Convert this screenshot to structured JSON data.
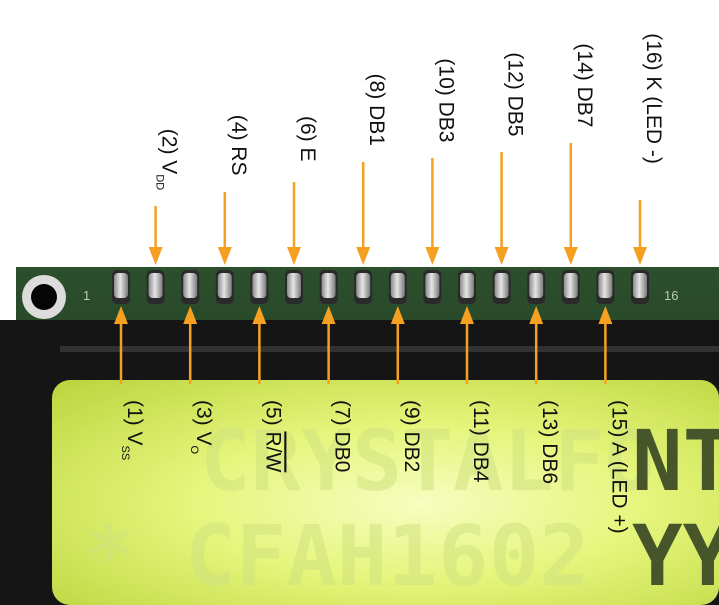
{
  "pcb": {
    "pin1_marker": "1",
    "pin16_marker": "16"
  },
  "lcd": {
    "line1_faded": "CRYSTALFO",
    "line1_dark": "NT",
    "line2_faded": "* CFAH1602",
    "line2_dark": "YY"
  },
  "pins_top": [
    {
      "num": "(2)",
      "name": "V",
      "sub": "DD",
      "overline": false
    },
    {
      "num": "(4)",
      "name": "RS",
      "sub": "",
      "overline": false
    },
    {
      "num": "(6)",
      "name": "E",
      "sub": "",
      "overline": false
    },
    {
      "num": "(8)",
      "name": "DB1",
      "sub": "",
      "overline": false
    },
    {
      "num": "(10)",
      "name": "DB3",
      "sub": "",
      "overline": false
    },
    {
      "num": "(12)",
      "name": "DB5",
      "sub": "",
      "overline": false
    },
    {
      "num": "(14)",
      "name": "DB7",
      "sub": "",
      "overline": false
    },
    {
      "num": "(16)",
      "name": "K (LED -)",
      "sub": "",
      "overline": false
    }
  ],
  "pins_bottom": [
    {
      "num": "(1)",
      "name": "V",
      "sub": "SS",
      "overline": false
    },
    {
      "num": "(3)",
      "name": "V",
      "sub": "O",
      "overline": false
    },
    {
      "num": "(5)",
      "name": "R/W",
      "sub": "",
      "overline": true
    },
    {
      "num": "(7)",
      "name": "DB0",
      "sub": "",
      "overline": false
    },
    {
      "num": "(9)",
      "name": "DB2",
      "sub": "",
      "overline": false
    },
    {
      "num": "(11)",
      "name": "DB4",
      "sub": "",
      "overline": false
    },
    {
      "num": "(13)",
      "name": "DB6",
      "sub": "",
      "overline": false
    },
    {
      "num": "(15)",
      "name": "A (LED +)",
      "sub": "",
      "overline": false
    }
  ],
  "colors": {
    "arrow": "#f5a020",
    "pcb": "#1e3b20",
    "lcd_glow": "#e4f57a",
    "bezel": "#1a1a1a"
  }
}
